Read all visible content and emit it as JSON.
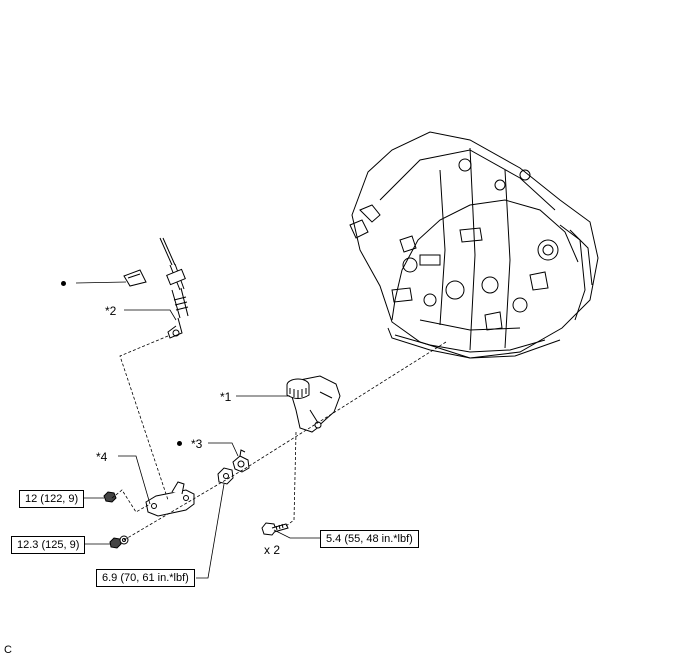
{
  "callouts": {
    "c1": "*1",
    "c2": "*2",
    "c3": "*3",
    "c4": "*4"
  },
  "torque": {
    "t1": "12 (122, 9)",
    "t2": "12.3 (125, 9)",
    "t3": "6.9 (70, 61 in.*lbf)",
    "t4": "5.4 (55, 48 in.*lbf)"
  },
  "quantity": "x 2",
  "figure_code": "C"
}
